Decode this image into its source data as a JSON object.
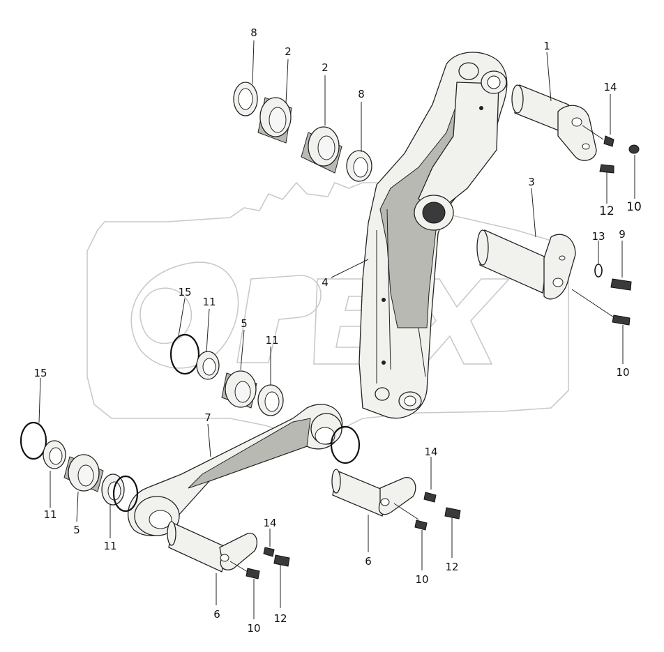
{
  "watermark": {
    "text": "OPEX"
  },
  "corner_mark": "",
  "callouts": {
    "c8a": "8",
    "c2a": "2",
    "c2b": "2",
    "c8b": "8",
    "c1": "1",
    "c14a": "14",
    "c12a": "12",
    "c10a": "10",
    "c3": "3",
    "c13": "13",
    "c9": "9",
    "c10b": "10",
    "c4": "4",
    "c15a": "15",
    "c11a": "11",
    "c5a": "5",
    "c11b": "11",
    "c15b": "15",
    "c7": "7",
    "c11c": "11",
    "c5b": "5",
    "c11d": "11",
    "c14b": "14",
    "c6a": "6",
    "c10c": "10",
    "c12b": "12",
    "c14c": "14",
    "c6b": "6",
    "c10d": "10",
    "c12c": "12"
  }
}
